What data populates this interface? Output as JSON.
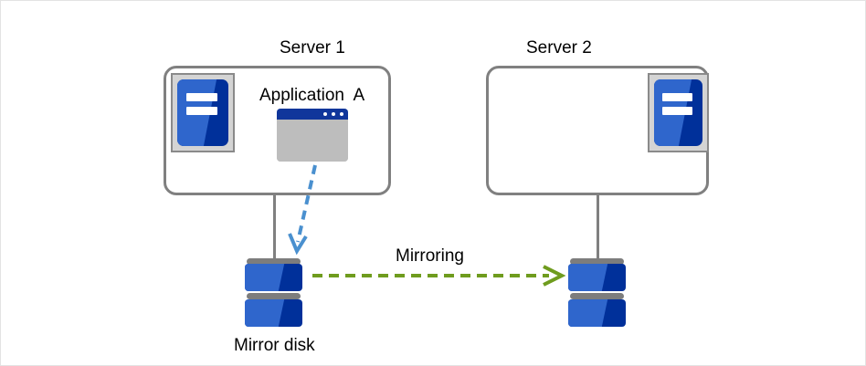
{
  "diagram": {
    "title_left": "Server 1",
    "title_right": "Server 2",
    "application_label": "Application  A",
    "mirroring_label": "Mirroring",
    "mirror_disk_label": "Mirror disk",
    "colors": {
      "server_border": "#808080",
      "icon_blue_light": "#2f66cc",
      "icon_blue_dark": "#00309a",
      "icon_frame_gray": "#d4d4d4",
      "app_titlebar": "#10369b",
      "app_body": "#bdbdbd",
      "disk_bar_gray": "#7d7d7d",
      "write_arrow": "#4a90cf",
      "mirroring_arrow": "#6f9c1e",
      "text": "#000000",
      "page_border": "#e3e3e3"
    },
    "icons": {
      "server_tower": "server-tower-icon",
      "app_window": "application-window-icon",
      "disk": "disk-stack-icon"
    }
  }
}
